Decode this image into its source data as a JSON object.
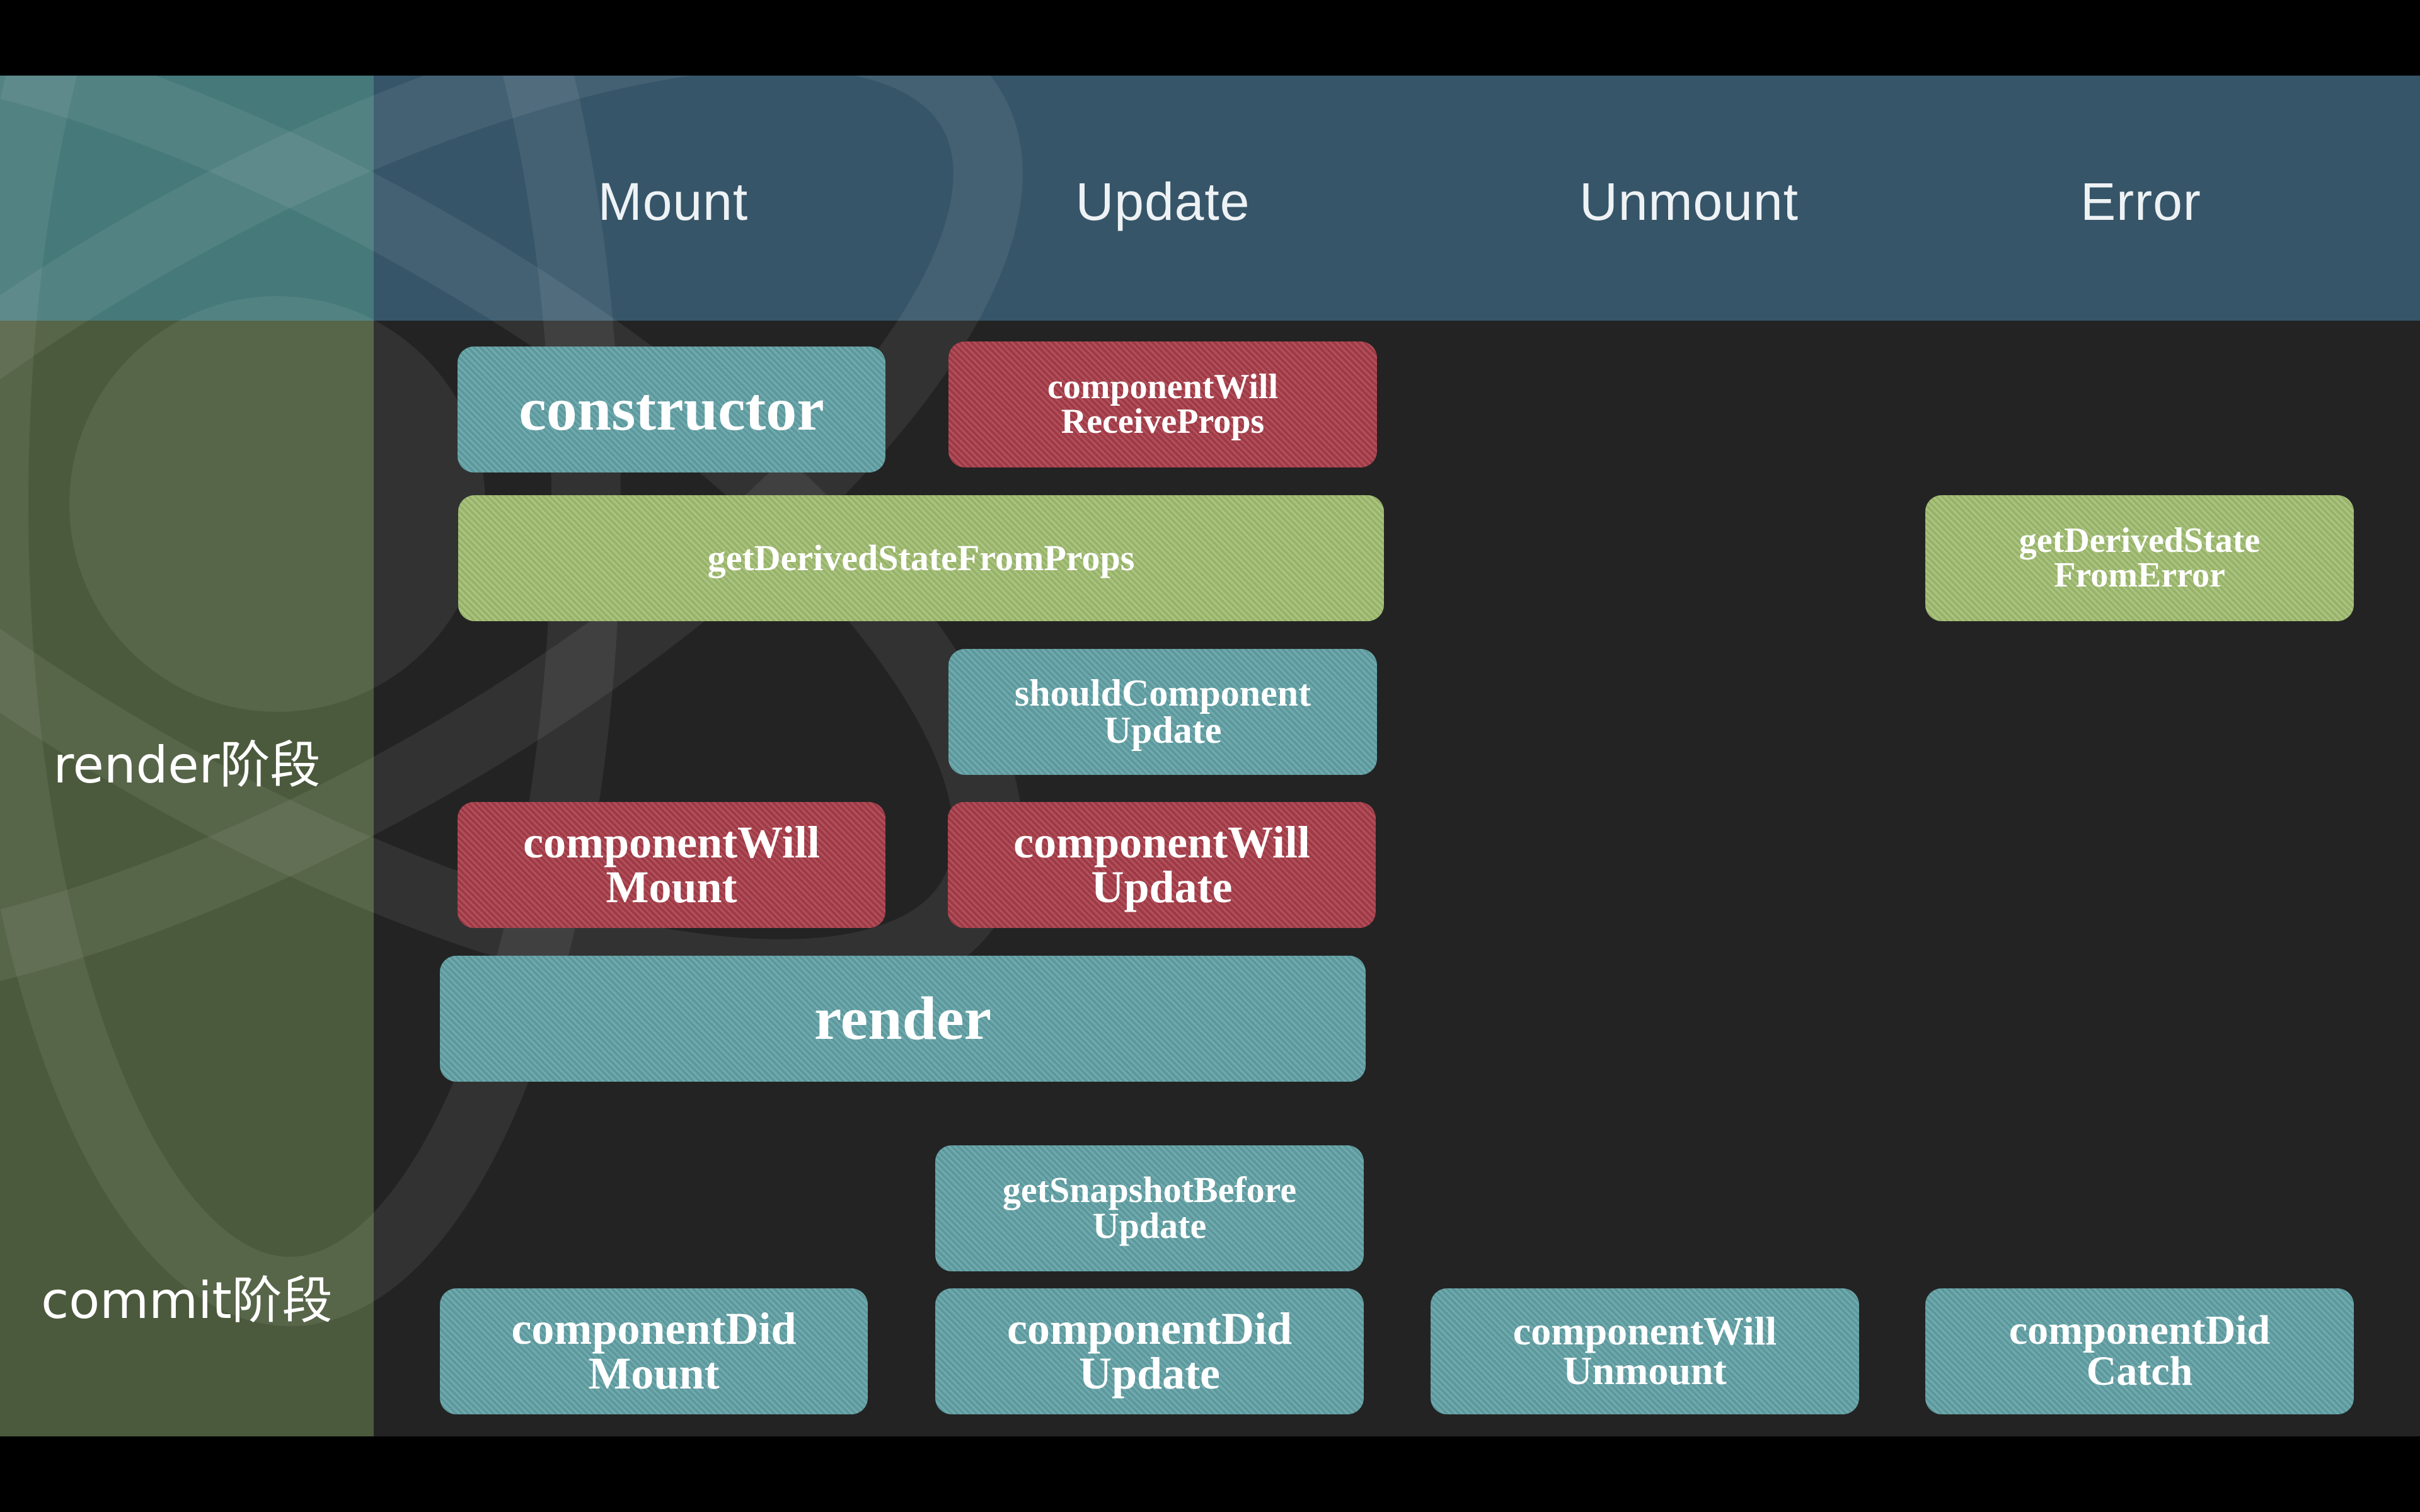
{
  "columns": {
    "mount": "Mount",
    "update": "Update",
    "unmount": "Unmount",
    "error": "Error"
  },
  "phases": {
    "render": "render阶段",
    "commit": "commit阶段"
  },
  "methods": {
    "constructor": "constructor",
    "componentWillReceiveProps": "componentWill\nReceiveProps",
    "getDerivedStateFromProps": "getDerivedStateFromProps",
    "getDerivedStateFromError": "getDerivedState\nFromError",
    "shouldComponentUpdate": "shouldComponent\nUpdate",
    "componentWillMount": "componentWill\nMount",
    "componentWillUpdate": "componentWill\nUpdate",
    "render": "render",
    "getSnapshotBeforeUpdate": "getSnapshotBefore\nUpdate",
    "componentDidMount": "componentDid\nMount",
    "componentDidUpdate": "componentDid\nUpdate",
    "componentWillUnmount": "componentWill\nUnmount",
    "componentDidCatch": "componentDid\nCatch"
  },
  "colors": {
    "teal": "#62a2a6",
    "red": "#a93e4a",
    "green": "#9fbc6f",
    "header": "#365569",
    "sidebar": "#4b5a3c",
    "background": "#232323"
  }
}
